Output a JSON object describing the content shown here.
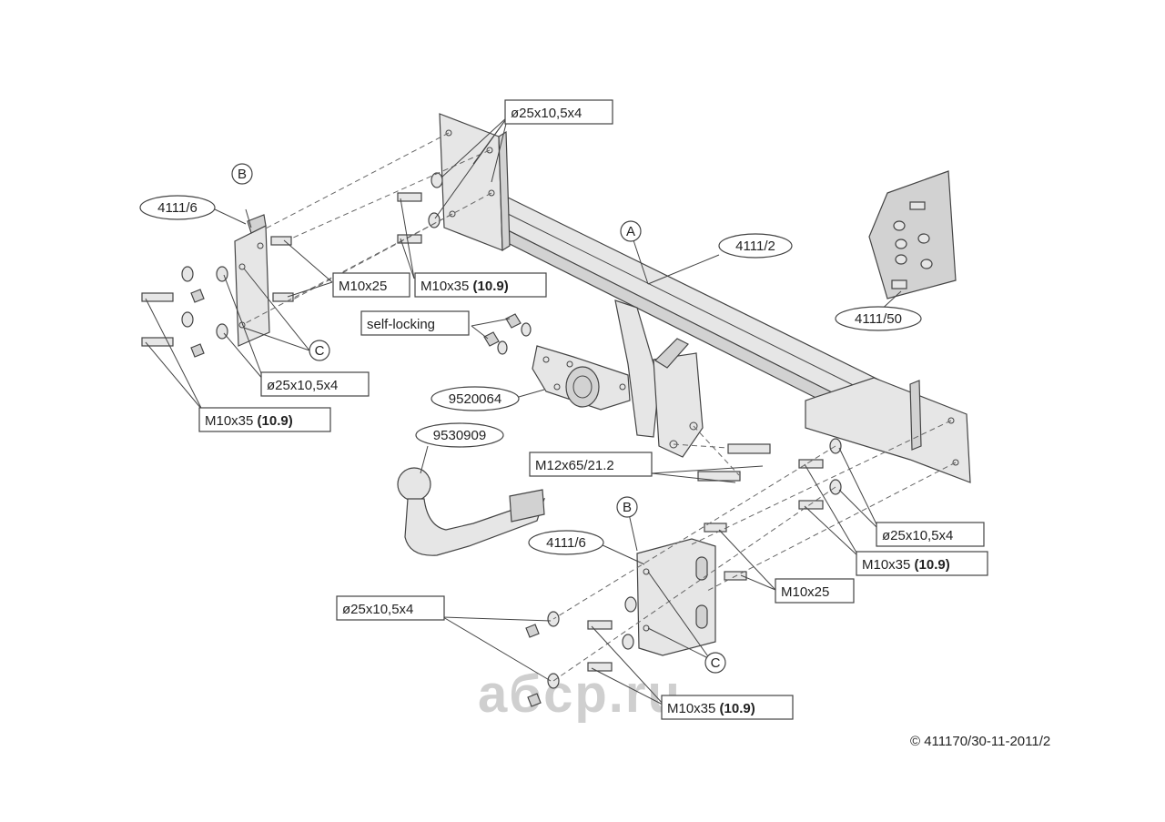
{
  "labels": {
    "washer_top": "ø25x10,5x4",
    "washer_left": "ø25x10,5x4",
    "washer_right": "ø25x10,5x4",
    "washer_bottom": "ø25x10,5x4",
    "bolt_m10x25_left": "M10x25",
    "bolt_m10x25_right": "M10x25",
    "bolt_m10x35_top_main": "M10x35",
    "bolt_m10x35_left_main": "M10x35",
    "bolt_m10x35_right_main": "M10x35",
    "bolt_m10x35_bottom_main": "M10x35",
    "grade": "(10.9)",
    "self_locking": "self-locking",
    "bracket_left": "4111/6",
    "bracket_bottom": "4111/6",
    "beam": "4111/2",
    "kit": "4111/50",
    "socket_plate": "9520064",
    "ball": "9530909",
    "bolt_m12": "M12x65/21.2",
    "letter_a": "A",
    "letter_b_left": "B",
    "letter_b_bottom": "B",
    "letter_c_left": "C",
    "letter_c_bottom": "C"
  },
  "watermark": "aбcp.ru",
  "copyright": "© 411170/30-11-2011/2"
}
